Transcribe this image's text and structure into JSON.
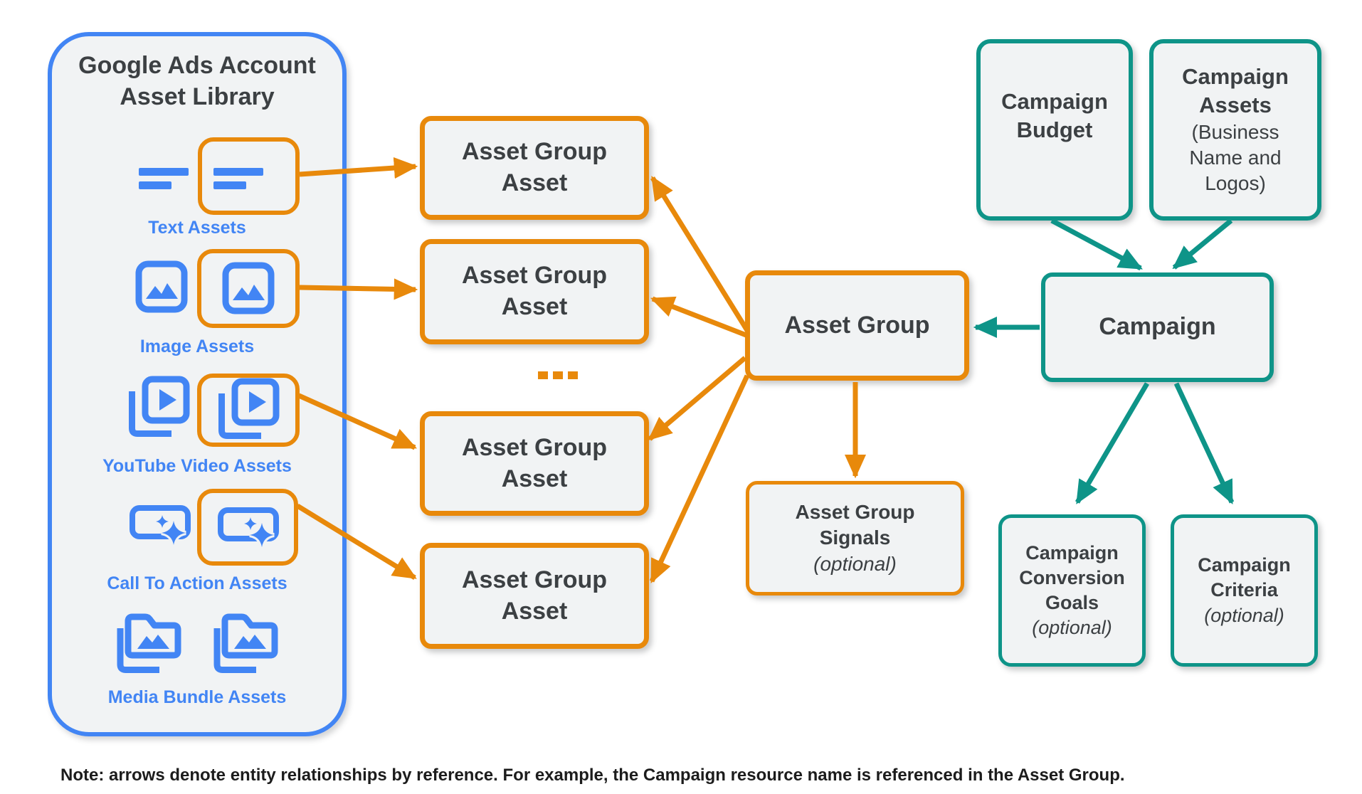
{
  "colors": {
    "blue": "#4285F4",
    "orange": "#E8890B",
    "teal": "#0E9488",
    "box_fill": "#F1F3F4",
    "text_dark": "#3C4043",
    "canvas_bg": "#FFFFFF"
  },
  "library": {
    "title": "Google Ads Account\nAsset Library",
    "rows": [
      {
        "label": "Text Assets",
        "icon": "text-lines-icon",
        "highlighted": true
      },
      {
        "label": "Image Assets",
        "icon": "image-icon",
        "highlighted": true
      },
      {
        "label": "YouTube Video Assets",
        "icon": "video-stack-icon",
        "highlighted": true
      },
      {
        "label": "Call To Action Assets",
        "icon": "cta-sparkle-icon",
        "highlighted": true
      },
      {
        "label": "Media Bundle Assets",
        "icon": "media-folder-stack-icon",
        "highlighted": false
      }
    ]
  },
  "nodes": {
    "asset_group_asset": {
      "label": "Asset Group\nAsset"
    },
    "ellipsis": "...",
    "asset_group": {
      "label": "Asset Group"
    },
    "asset_group_signals": {
      "label": "Asset Group\nSignals",
      "qualifier": "(optional)"
    },
    "campaign_budget": {
      "label": "Campaign\nBudget"
    },
    "campaign_assets": {
      "label": "Campaign\nAssets",
      "sublabel": "(Business\nName and\nLogos)"
    },
    "campaign": {
      "label": "Campaign"
    },
    "campaign_conversion_goals": {
      "label": "Campaign\nConversion\nGoals",
      "qualifier": "(optional)"
    },
    "campaign_criteria": {
      "label": "Campaign\nCriteria",
      "qualifier": "(optional)"
    }
  },
  "note": "Note: arrows denote entity relationships by reference. For example, the Campaign resource name is referenced in the Asset Group."
}
